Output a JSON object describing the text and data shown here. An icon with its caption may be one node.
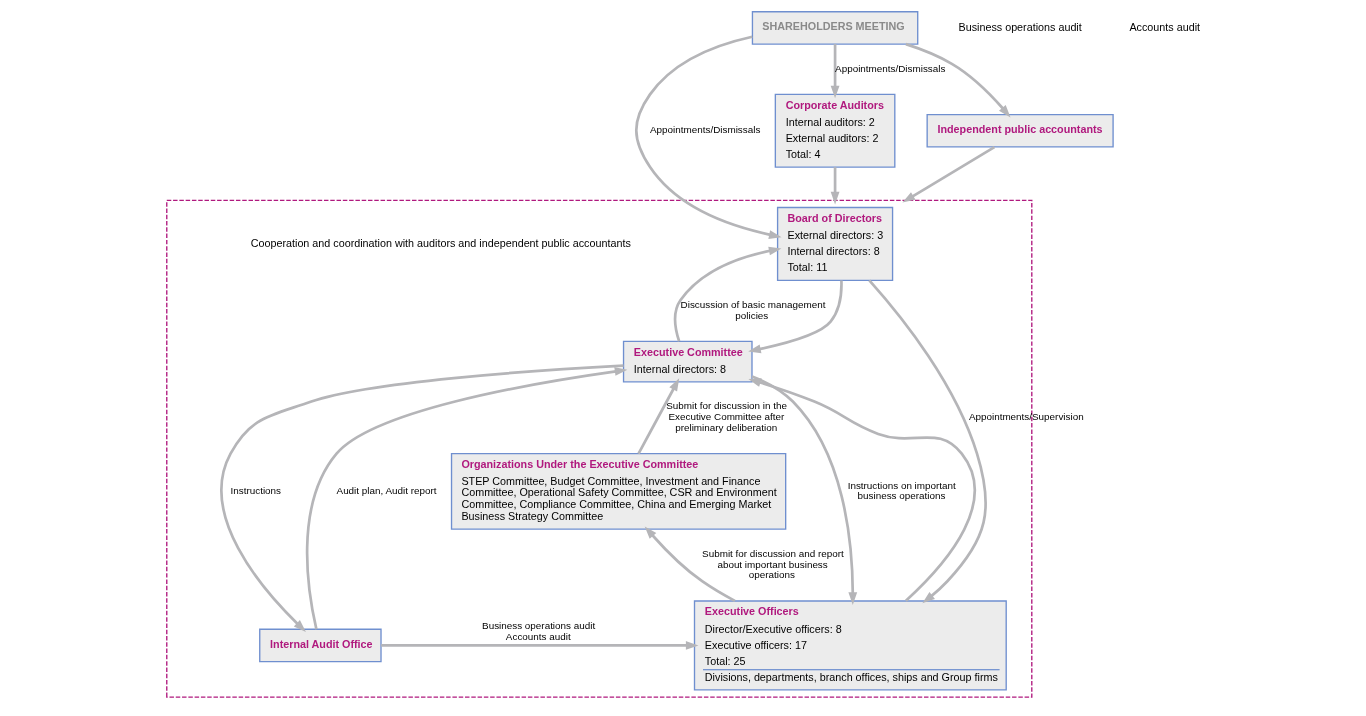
{
  "diagram": {
    "nodes": [
      {
        "text": [
          "SHAREHOLDERS MEETING"
        ]
      },
      {
        "text": [],
        "shape": "box"
      },
      {
        "text": [
          "Board of Directors",
          "External directors: 3",
          "Internal directors: 8",
          "Total: 11"
        ],
        "in": 1
      },
      {
        "text": [
          "Corporate Auditors",
          "Internal auditors: 2",
          "External auditors: 2",
          "Total: 4"
        ]
      },
      {
        "text": [
          "Independent public accountants"
        ]
      },
      {
        "text": [
          "Executive Committee",
          "Internal directors: 8"
        ],
        "in": 1
      },
      {
        "text": [
          "Organizations Under the Executive Committee",
          "STEP Committee, Budget Committee, Investment and Finance Committee, Operational Safety Committee, CSR and Environment Committee, Compliance Committee, China and Emerging Market Business Strategy Committee"
        ],
        "in": 1
      },
      {
        "text": [
          "Executive Officers",
          "Director/Executive officers: 8",
          "Executive officers: 17",
          "Total: 25",
          "Divisions, departments, branch offices, ships and Group firms"
        ],
        "in": 1
      },
      {
        "text": [
          "Internal Audit Office"
        ],
        "in": 1
      }
    ],
    "edges": [
      {
        "from": 0,
        "to": 2,
        "arrow": "to",
        "label": "Appointments/Dismissals"
      },
      {
        "from": 0,
        "to": 3,
        "arrow": "to",
        "label": "Appointments/Dismissals"
      },
      {
        "from": 0,
        "to": 4,
        "arrow": "to"
      },
      {
        "from": 3,
        "to": 1,
        "arrow": "to"
      },
      {
        "from": 4,
        "to": 1,
        "arrow": "to"
      },
      {
        "from": 2,
        "to": 5,
        "arrow": "to"
      },
      {
        "from": 5,
        "to": 2,
        "arrow": "to",
        "label": "Discussion of basic management policies"
      },
      {
        "from": 2,
        "to": 7,
        "arrow": "to",
        "label": "Appointments/Supervision"
      },
      {
        "from": 5,
        "to": 7,
        "arrow": "to",
        "label": "Instructions on important business operations"
      },
      {
        "from": 7,
        "to": 5,
        "arrow": "to"
      },
      {
        "from": 6,
        "to": 5,
        "arrow": "to",
        "label": "Submit for discussion in the Executive Committee after preliminary deliberation"
      },
      {
        "from": 7,
        "to": 6,
        "arrow": "to",
        "label": "Submit for discussion and report about important business operations"
      },
      {
        "from": 5,
        "to": 8,
        "arrow": "to",
        "label": "Instructions"
      },
      {
        "from": 8,
        "to": 5,
        "arrow": "to",
        "label": "Audit plan, Audit report"
      },
      {
        "from": 8,
        "to": 7,
        "arrow": "to",
        "label": "Business operations audit Accounts audit"
      }
    ],
    "labels": [
      "Business operations audit",
      "Accounts audit",
      "Cooperation and coordination with auditors and independent public accountants"
    ]
  }
}
